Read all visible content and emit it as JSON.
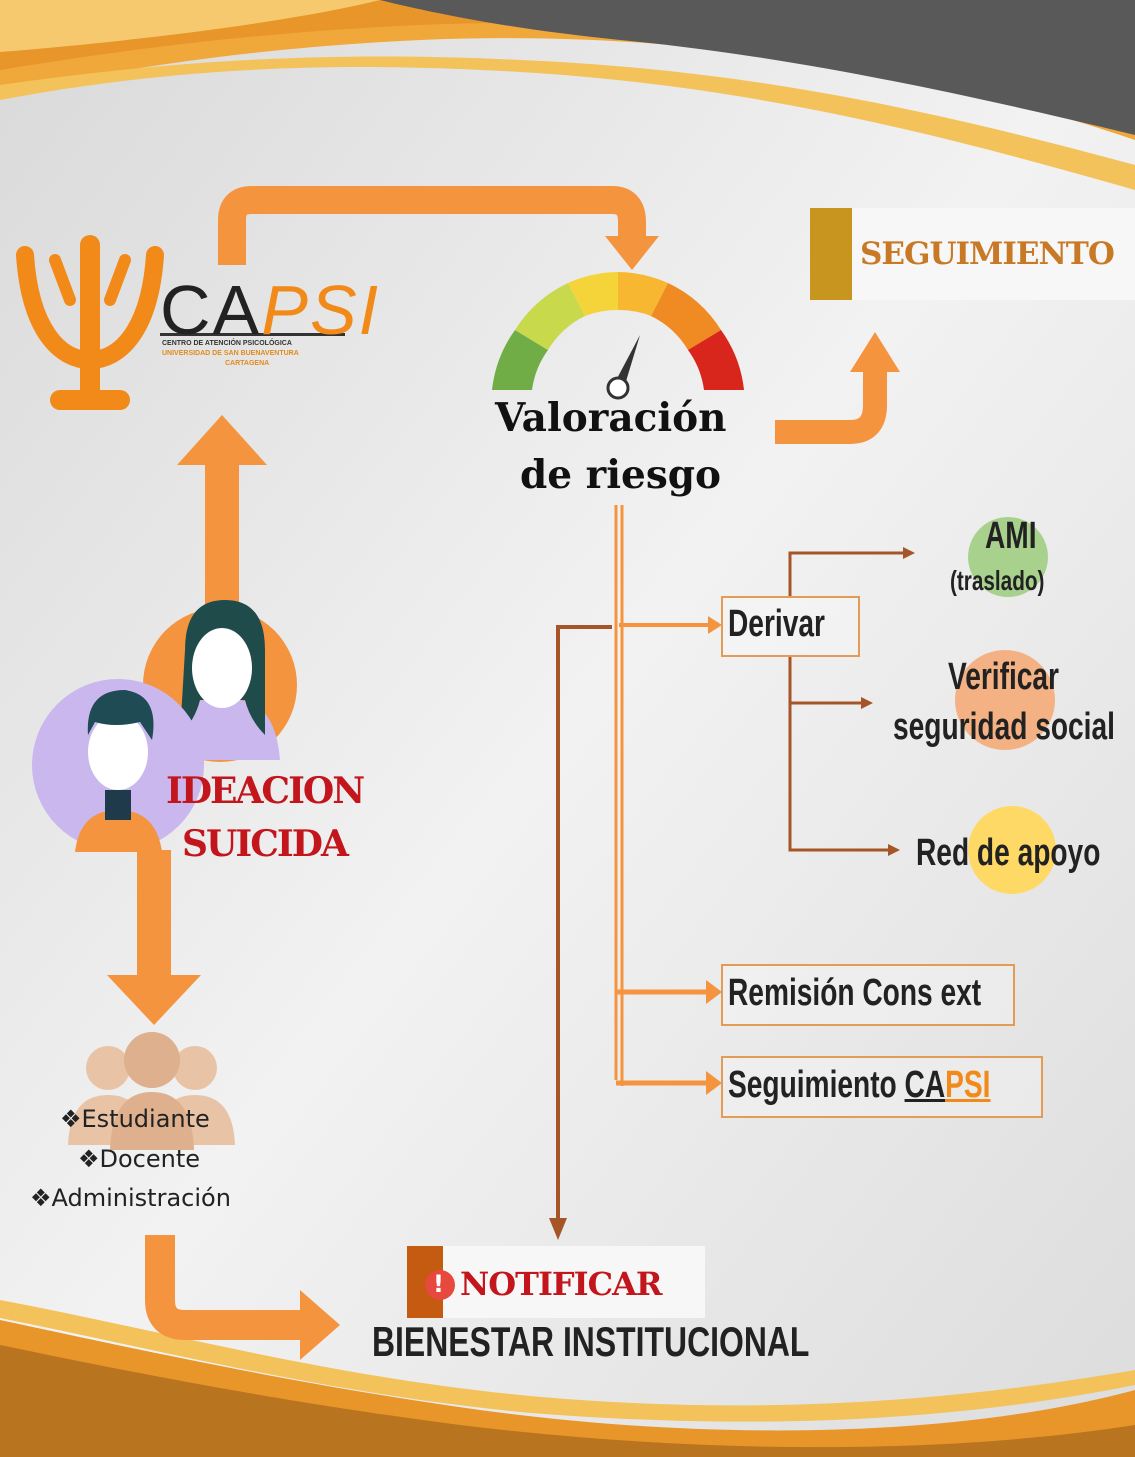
{
  "logo": {
    "name_dark": "CA",
    "name_accent": "PSI",
    "subtitle_line1": "CENTRO DE ATENCIÓN PSICOLÓGICA",
    "subtitle_line2": "UNIVERSIDAD DE SAN BUENAVENTURA",
    "subtitle_line3": "CARTAGENA"
  },
  "seguimiento": {
    "label": "SEGUIMIENTO"
  },
  "valoracion": {
    "line1": "Valoración",
    "line2": "de riesgo"
  },
  "ideacion": {
    "line1": "IDEACION",
    "line2": "SUICIDA"
  },
  "population": {
    "items": [
      "❖Estudiante",
      "❖Docente",
      "❖Administración"
    ]
  },
  "derivar": {
    "label": "Derivar",
    "options": {
      "ami": "AMI",
      "ami_note": "(traslado)",
      "verificar_line1": "Verificar",
      "verificar_line2": "seguridad social",
      "red": "Red de apoyo"
    }
  },
  "remision": {
    "label": "Remisión Cons ext"
  },
  "seguimiento_capsi": {
    "prefix": "Seguimiento ",
    "dark": "CA",
    "accent": "PSI"
  },
  "notificar": {
    "icon_glyph": "!",
    "label": "NOTIFICAR",
    "target": "BIENESTAR INSTITUCIONAL"
  },
  "colors": {
    "accent_orange": "#f5943f",
    "gold": "#e5a526",
    "dark_red": "#c2151c",
    "brown_arrow": "#a65528",
    "seguimiento_text": "#c87925",
    "green_circle": "#a9d18e",
    "peach_circle": "#f4b183",
    "yellow_circle": "#ffd966",
    "lavender": "#c9b7ee",
    "population_icon": "#e9c3a5"
  }
}
